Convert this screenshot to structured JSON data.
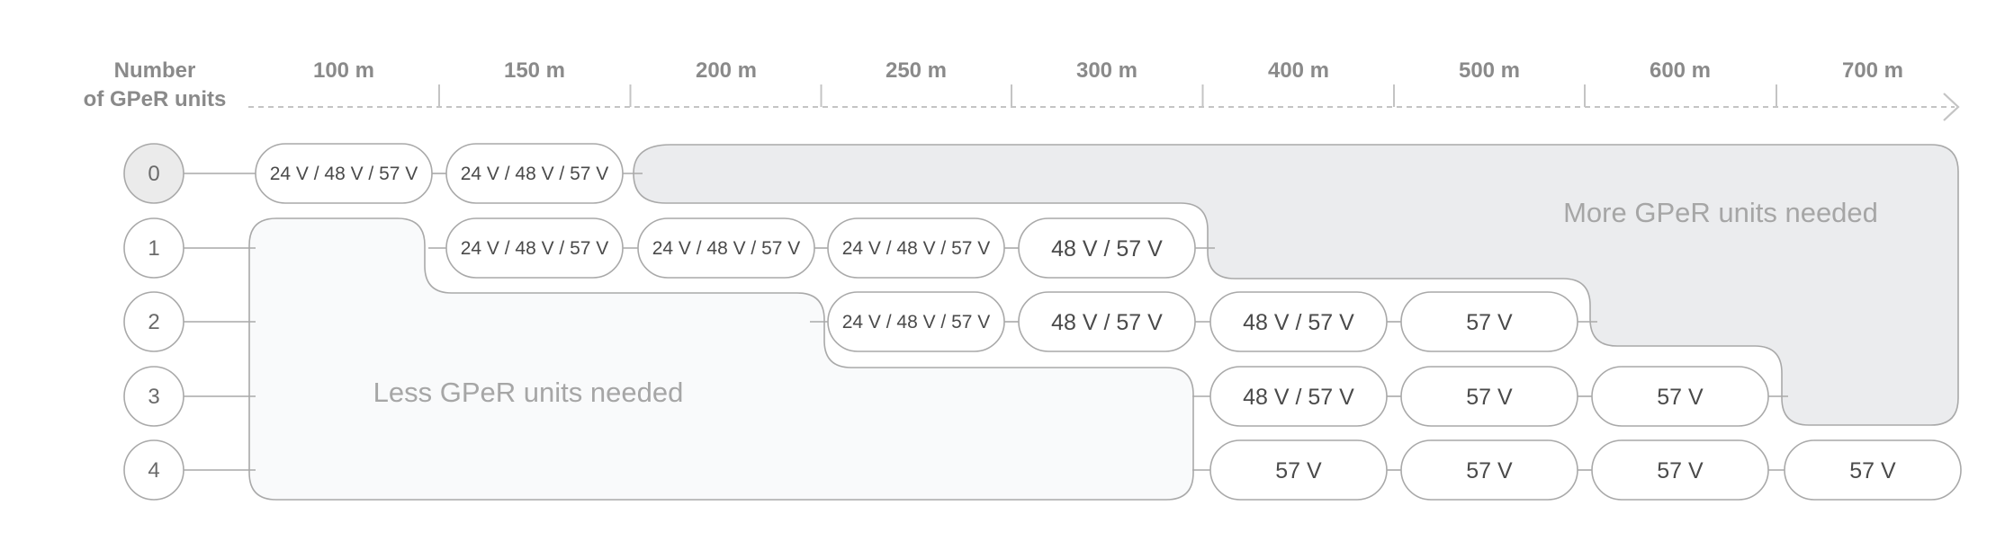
{
  "header": {
    "row_axis_label_line1": "Number",
    "row_axis_label_line2": "of GPeR units"
  },
  "distances": [
    "100 m",
    "150 m",
    "200 m",
    "250 m",
    "300 m",
    "400 m",
    "500 m",
    "600 m",
    "700 m"
  ],
  "rows": [
    "0",
    "1",
    "2",
    "3",
    "4"
  ],
  "cells": [
    {
      "row": 0,
      "col": 0,
      "label": "24 V / 48 V / 57 V"
    },
    {
      "row": 0,
      "col": 1,
      "label": "24 V / 48 V / 57 V"
    },
    {
      "row": 1,
      "col": 1,
      "label": "24 V / 48 V / 57 V"
    },
    {
      "row": 1,
      "col": 2,
      "label": "24 V / 48 V / 57 V"
    },
    {
      "row": 1,
      "col": 3,
      "label": "24 V / 48 V / 57 V"
    },
    {
      "row": 1,
      "col": 4,
      "label": "48 V / 57 V"
    },
    {
      "row": 2,
      "col": 3,
      "label": "24 V / 48 V / 57 V"
    },
    {
      "row": 2,
      "col": 4,
      "label": "48 V / 57 V"
    },
    {
      "row": 2,
      "col": 5,
      "label": "48 V / 57 V"
    },
    {
      "row": 2,
      "col": 6,
      "label": "57 V"
    },
    {
      "row": 3,
      "col": 5,
      "label": "48 V / 57 V"
    },
    {
      "row": 3,
      "col": 6,
      "label": "57 V"
    },
    {
      "row": 3,
      "col": 7,
      "label": "57 V"
    },
    {
      "row": 4,
      "col": 5,
      "label": "57 V"
    },
    {
      "row": 4,
      "col": 6,
      "label": "57 V"
    },
    {
      "row": 4,
      "col": 7,
      "label": "57 V"
    },
    {
      "row": 4,
      "col": 8,
      "label": "57 V"
    }
  ],
  "regions": {
    "more_label": "More GPeR units needed",
    "less_label": "Less GPeR units needed"
  },
  "colors": {
    "more_region_fill": "#ebecee",
    "less_region_fill": "#f9fafb",
    "outline": "#a9a9a9",
    "axis": "#c4c4c4"
  }
}
